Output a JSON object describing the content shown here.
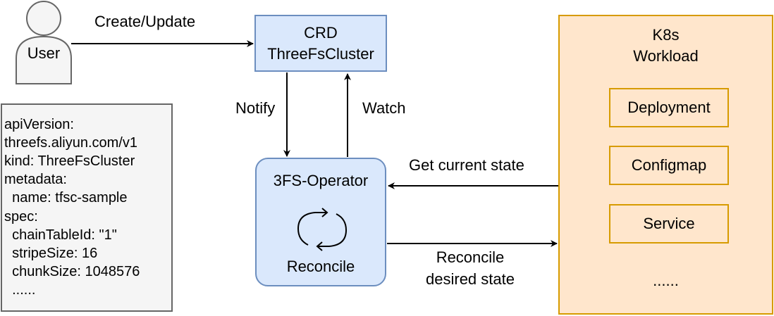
{
  "actor": {
    "label": "User"
  },
  "crd": {
    "line1": "CRD",
    "line2": "ThreeFsCluster"
  },
  "operator": {
    "title": "3FS-Operator",
    "subtitle": "Reconcile"
  },
  "k8s": {
    "line1": "K8s",
    "line2": "Workload",
    "items": [
      "Deployment",
      "Configmap",
      "Service"
    ],
    "more": "......"
  },
  "edges": {
    "create_update": "Create/Update",
    "notify": "Notify",
    "watch": "Watch",
    "get_state": "Get current state",
    "reconcile_line1": "Reconcile",
    "reconcile_line2": "desired state"
  },
  "yaml": [
    "apiVersion:",
    "threefs.aliyun.com/v1",
    "kind: ThreeFsCluster",
    "metadata:",
    "  name: tfsc-sample",
    "spec:",
    "  chainTableId: \"1\"",
    "  stripeSize: 16",
    "  chunkSize: 1048576",
    "  ......"
  ],
  "colors": {
    "blue_fill": "#dae8fc",
    "blue_stroke": "#6c8ebf",
    "orange_fill": "#ffe6cc",
    "orange_stroke": "#d79b00",
    "grey_fill": "#f5f5f5",
    "grey_stroke": "#666666"
  }
}
